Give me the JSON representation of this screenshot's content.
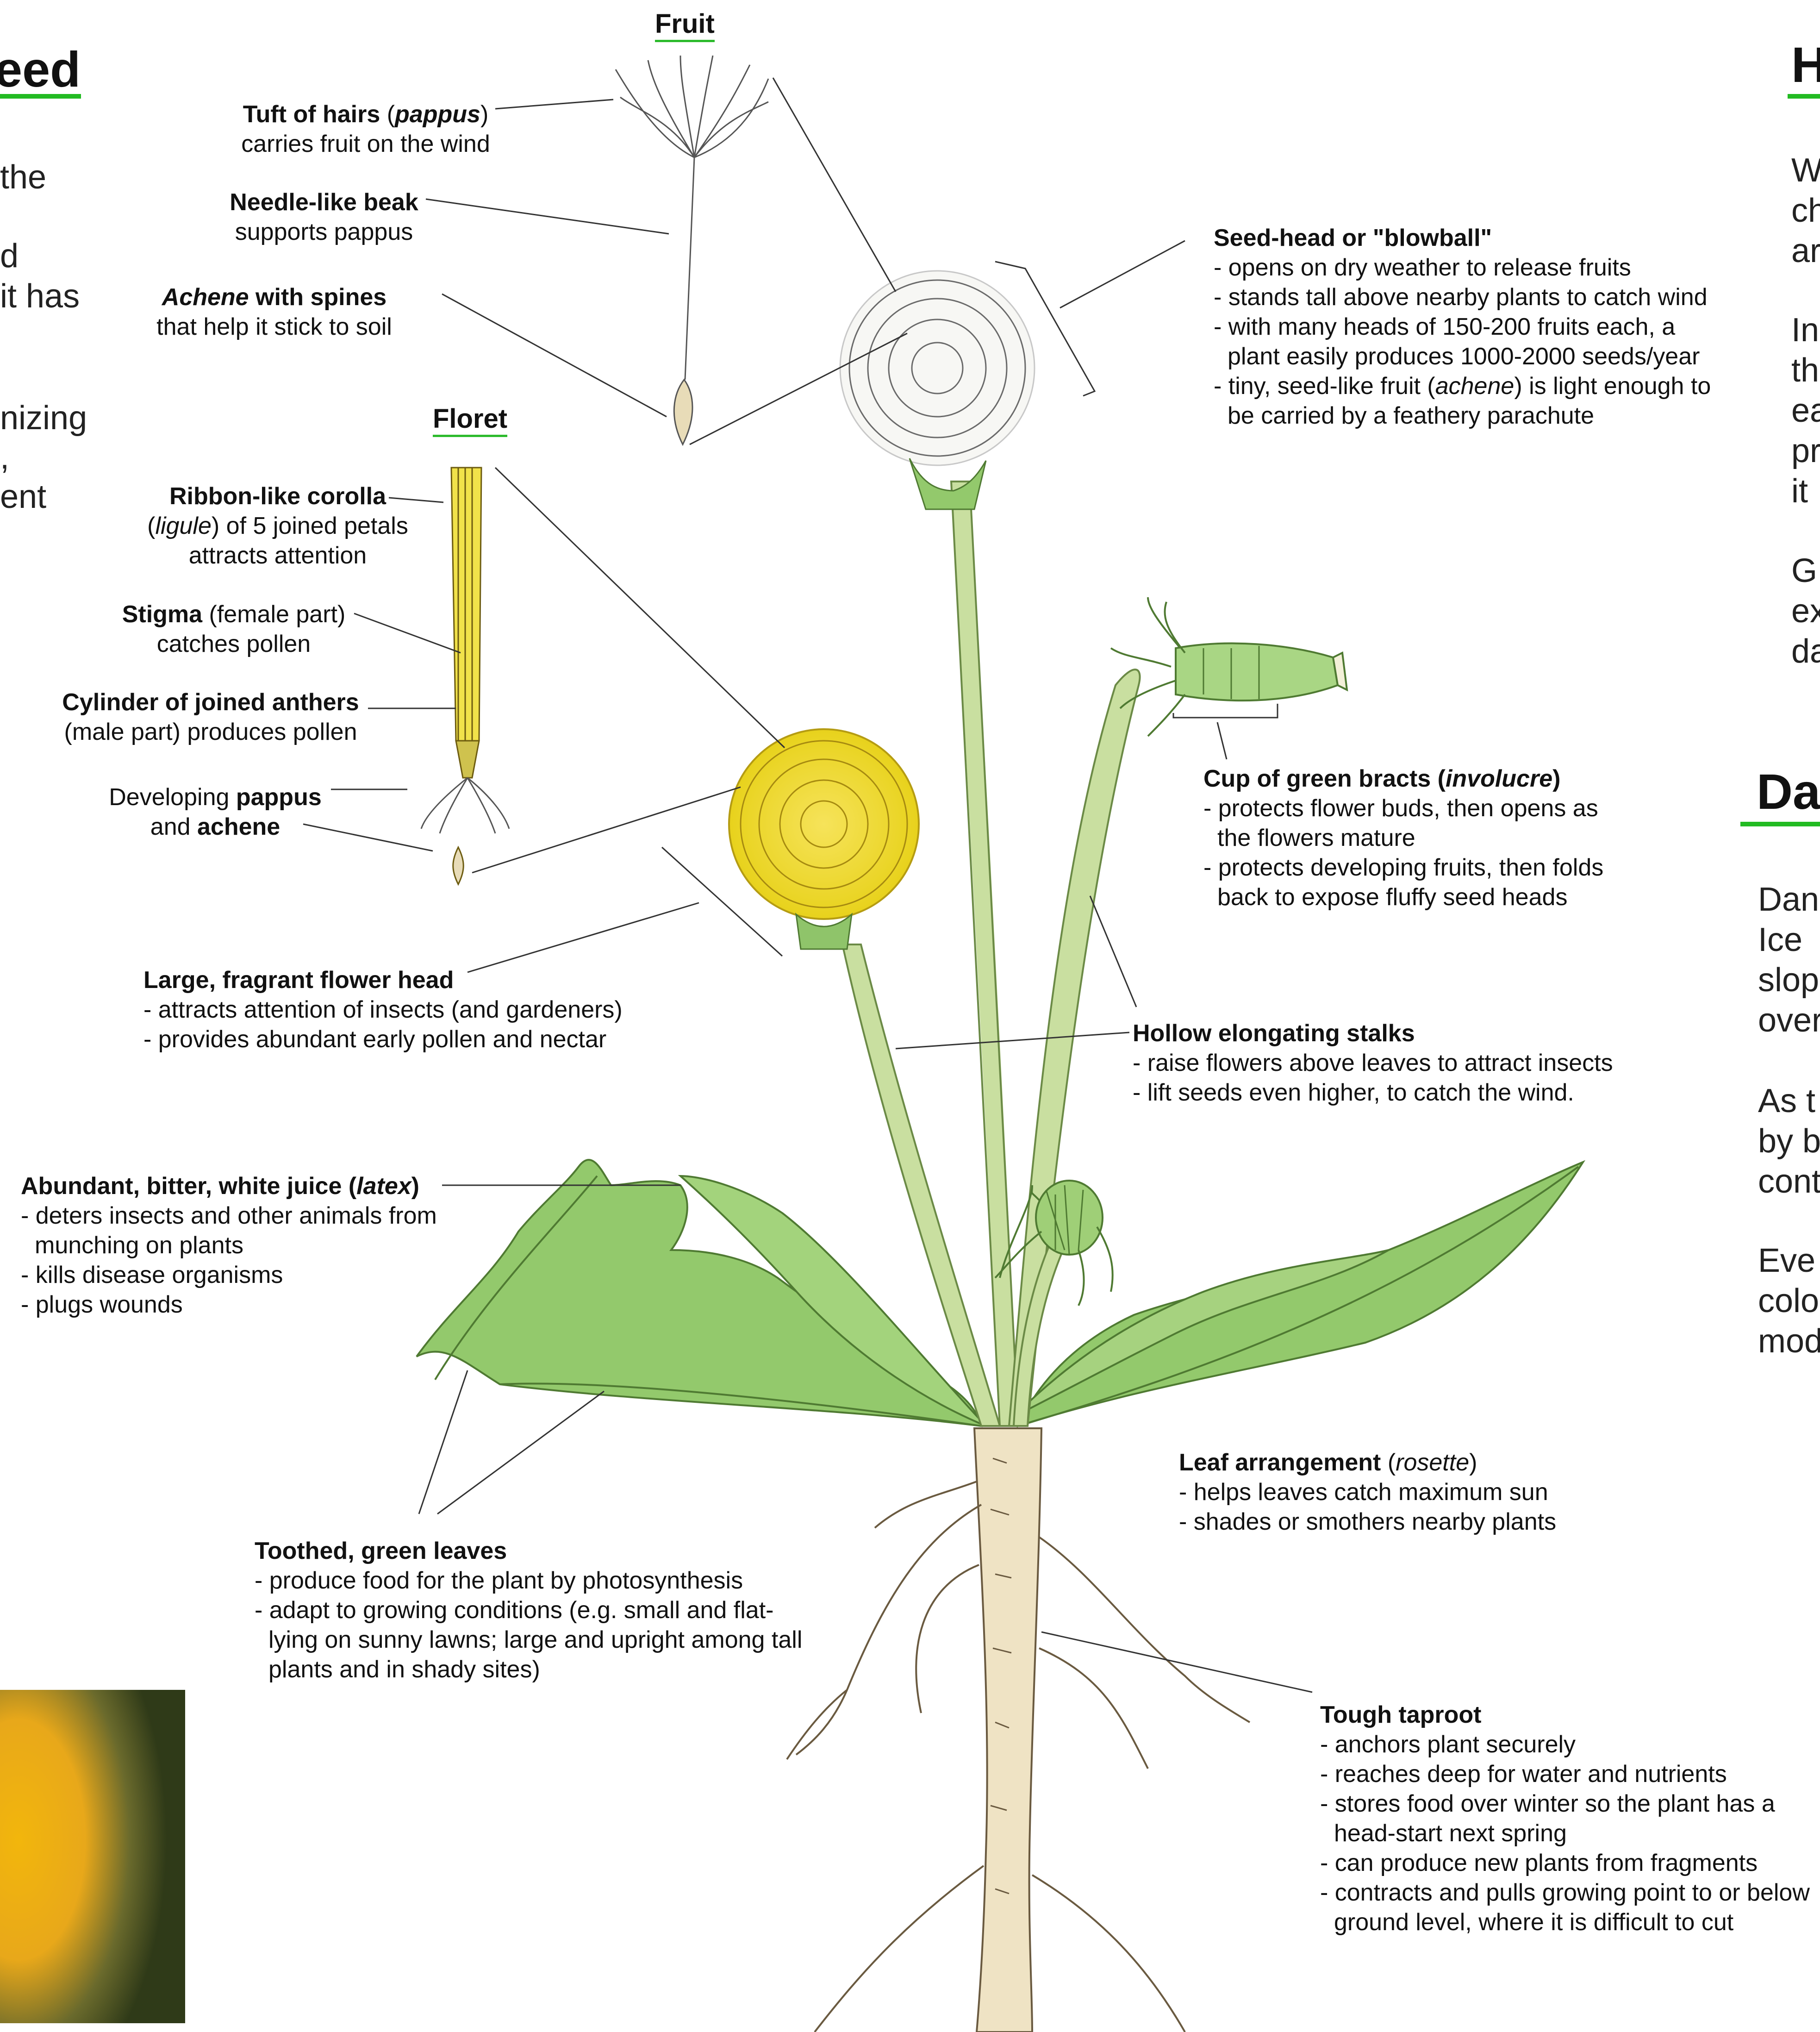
{
  "left_column": {
    "title_fragment": "eed",
    "paragraph_fragments": [
      "the",
      "d",
      "it has",
      "",
      "nizing",
      ",",
      "ent"
    ]
  },
  "right_column": {
    "title_fragment_1": "H",
    "paragraph1_fragments": [
      "W",
      "ch",
      "ar",
      "",
      "In",
      "th",
      "ea",
      "pr",
      "it",
      "",
      "G",
      "ex",
      "da"
    ],
    "title_fragment_2": "Da",
    "paragraph2_fragments": [
      "Dan",
      "Ice",
      "slop",
      "over",
      "",
      "As t",
      "by b",
      "cont",
      "",
      "Eve",
      "colo",
      "mod"
    ]
  },
  "headings": {
    "fruit": "Fruit",
    "floret": "Floret"
  },
  "labels": {
    "pappus": {
      "bold": "Tuft of hairs",
      "open": " (",
      "italic": "pappus",
      "close": ")",
      "line2": "carries fruit on the wind"
    },
    "beak": {
      "bold": "Needle-like beak",
      "line2": "supports pappus"
    },
    "achene": {
      "italic": "Achene",
      "bold": " with spines",
      "line2": "that help  it stick to soil"
    },
    "corolla": {
      "bold": "Ribbon-like corolla",
      "line2_open": "(",
      "line2_italic": "ligule",
      "line2_rest": ") of 5 joined petals",
      "line3": "attracts attention"
    },
    "stigma": {
      "bold": "Stigma",
      "rest": " (female part)",
      "line2": "catches pollen"
    },
    "anthers": {
      "bold": "Cylinder of joined anthers",
      "line2": "(male part) produces pollen"
    },
    "developing": {
      "plain": "Developing ",
      "bold": "pappus",
      "line2_plain": "and ",
      "line2_bold": "achene"
    },
    "flower_head": {
      "bold": "Large, fragrant flower head",
      "lines": [
        "- attracts attention of insects (and gardeners)",
        "- provides abundant early pollen and nectar"
      ]
    },
    "latex": {
      "bold1": "Abundant, bitter, white juice (",
      "italic": "latex",
      "bold2": ")",
      "lines": [
        "- deters insects and other animals from",
        "  munching on plants",
        "- kills disease organisms",
        "- plugs wounds"
      ]
    },
    "leaves": {
      "bold": "Toothed, green leaves",
      "lines": [
        "- produce food for the plant by photosynthesis",
        "- adapt to growing conditions (e.g. small and flat-",
        "  lying on sunny lawns; large and upright among tall",
        "  plants and in shady sites)"
      ]
    },
    "seed_head": {
      "bold": "Seed-head or \"blowball\"",
      "lines": [
        "- opens on dry weather to release fruits",
        "- stands tall above nearby plants to catch wind",
        "-  with many heads of 150-200 fruits each, a",
        "  plant easily produces 1000-2000 seeds/year"
      ],
      "line5_pre": "-  tiny, seed-like fruit (",
      "line5_italic": "achene",
      "line5_post": ") is light enough to",
      "line6": "  be carried by a feathery parachute"
    },
    "bracts": {
      "bold1": "Cup of green bracts (",
      "italic": "involucre",
      "bold2": ")",
      "lines": [
        "- protects flower buds, then opens as",
        "  the flowers mature",
        "- protects developing fruits, then folds",
        "  back to expose fluffy seed heads"
      ]
    },
    "stalks": {
      "bold": "Hollow elongating stalks",
      "lines": [
        "- raise flowers above leaves to attract insects",
        "- lift seeds even higher, to catch the wind."
      ]
    },
    "rosette": {
      "bold": "Leaf arrangement",
      "open": " (",
      "italic": "rosette",
      "close": ")",
      "lines": [
        "- helps leaves catch maximum sun",
        "- shades or smothers nearby plants"
      ]
    },
    "taproot": {
      "bold": "Tough taproot",
      "lines": [
        "- anchors plant securely",
        "- reaches deep for water and nutrients",
        "- stores food over winter so the plant has a",
        "  head-start next spring",
        "- can produce new plants from fragments",
        "- contracts and pulls growing point to or below",
        "  ground level, where it is difficult to cut"
      ]
    }
  },
  "colors": {
    "heading_underline": "#22bb22",
    "leaf_green": "#8cc66a",
    "flower_yellow": "#f2e23a",
    "root_tan": "#e8dcb8"
  }
}
